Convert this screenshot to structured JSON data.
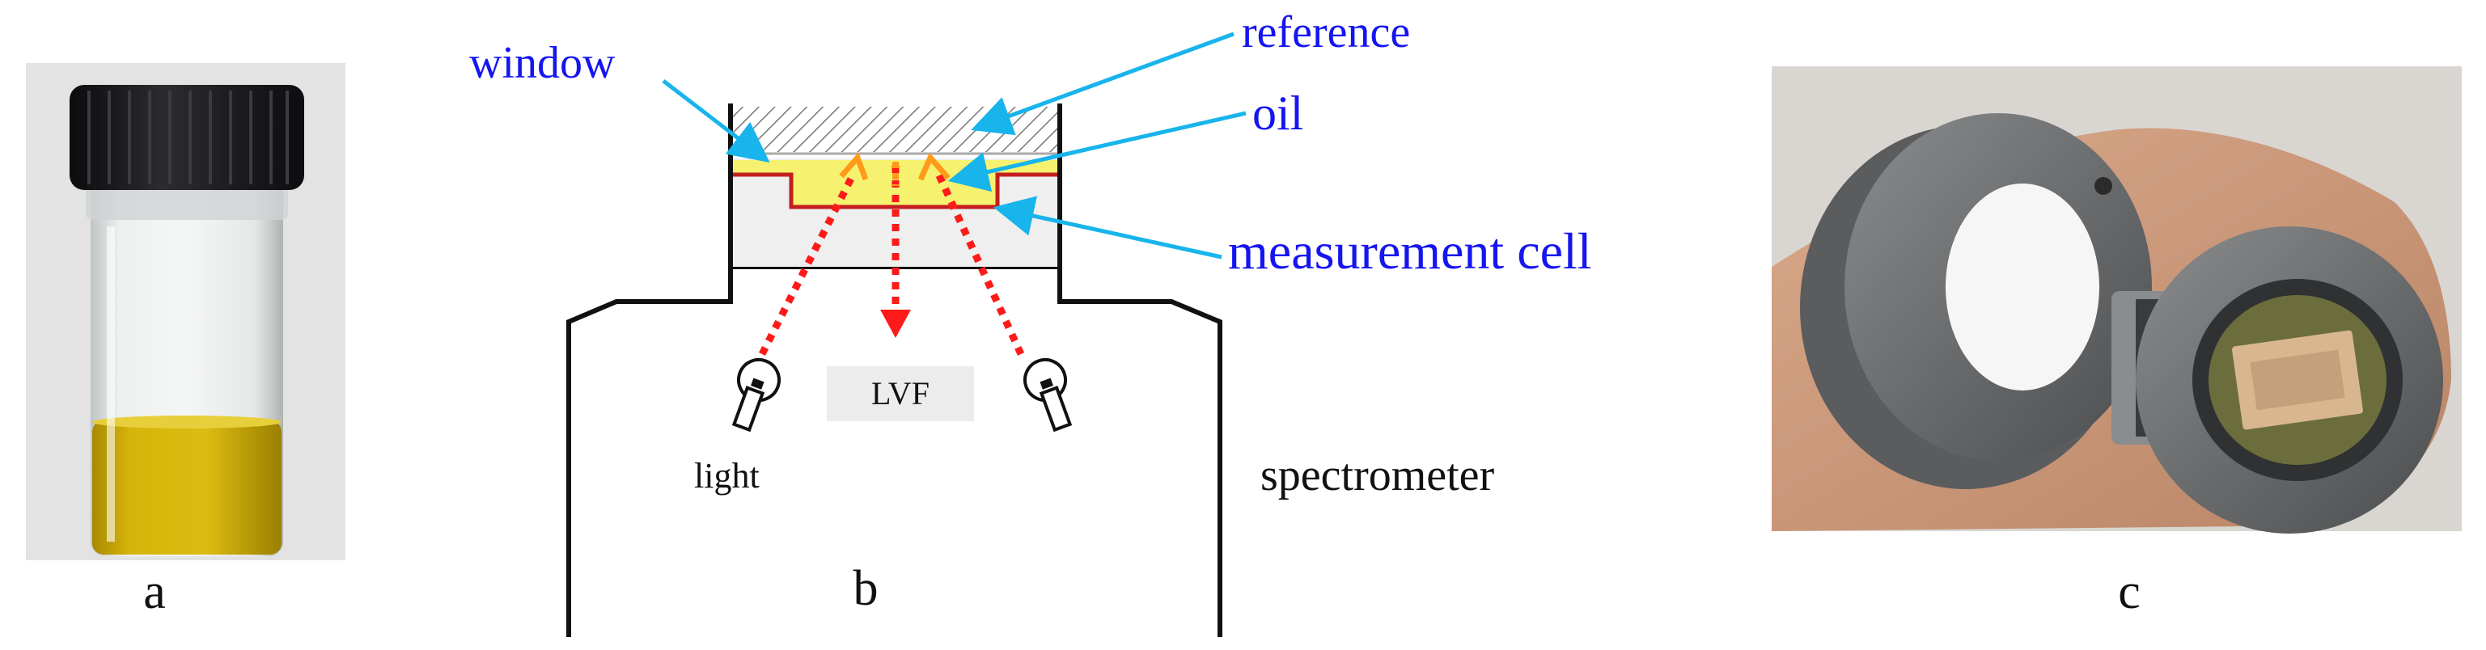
{
  "panels": {
    "a": {
      "caption": "a",
      "colors": {
        "liquid": "#d1b000",
        "cap": "#1f1f22",
        "background": "#e3e3e3"
      }
    },
    "b": {
      "caption": "b",
      "labels": {
        "window": "window",
        "reference": "reference",
        "oil": "oil",
        "measurement_cell": "measurement cell",
        "lvf": "LVF",
        "light": "light",
        "spectrometer": "spectrometer"
      },
      "colors": {
        "label_blue": "#1515f0",
        "arrow_blue": "#18b4ec",
        "ray_red": "#ff1a1a",
        "ray_orange": "#ff9a1a",
        "oil_fill": "#f6f270",
        "cell_line": "#c41e1e"
      }
    },
    "c": {
      "caption": "c",
      "colors": {
        "metal": "#6c6e70",
        "reference_disc": "#f6f6f6",
        "background": "#d9d6d2"
      }
    }
  }
}
